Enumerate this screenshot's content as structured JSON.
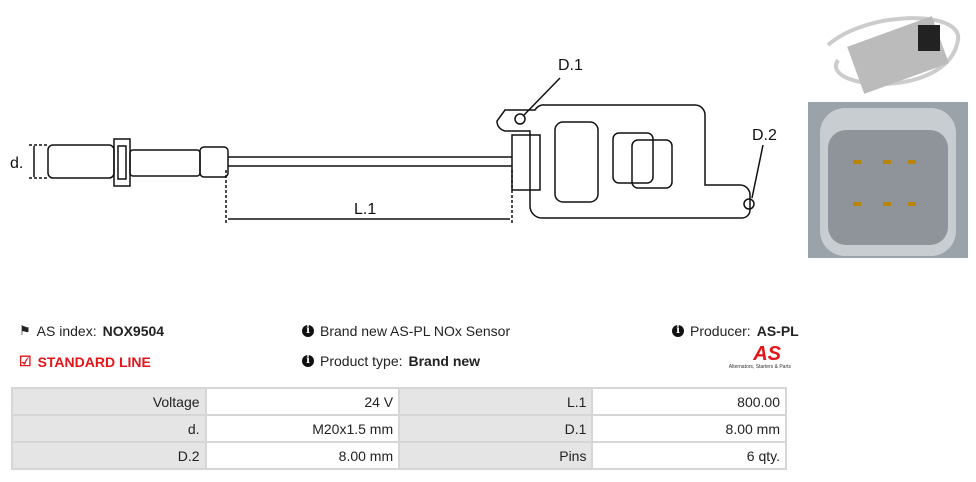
{
  "diagram": {
    "d_label": "d.",
    "l1_label": "L.1",
    "d1_label": "D.1",
    "d2_label": "D.2"
  },
  "info": {
    "as_index_label": "AS index:",
    "as_index_value": "NOX9504",
    "line": "STANDARD LINE",
    "description": "Brand new AS-PL NOx Sensor",
    "product_type_label": "Product type:",
    "product_type_value": "Brand new",
    "producer_label": "Producer:",
    "producer_value": "AS-PL",
    "logo_text": "AS",
    "logo_tagline": "Alternators, Starters & Parts"
  },
  "specs": [
    {
      "l1": "Voltage",
      "v1": "24 V",
      "l2": "L.1",
      "v2": "800.00"
    },
    {
      "l1": "d.",
      "v1": "M20x1.5 mm",
      "l2": "D.1",
      "v2": "8.00 mm"
    },
    {
      "l1": "D.2",
      "v1": "8.00 mm",
      "l2": "Pins",
      "v2": "6 qty."
    }
  ],
  "colors": {
    "accent": "#e3151a"
  }
}
